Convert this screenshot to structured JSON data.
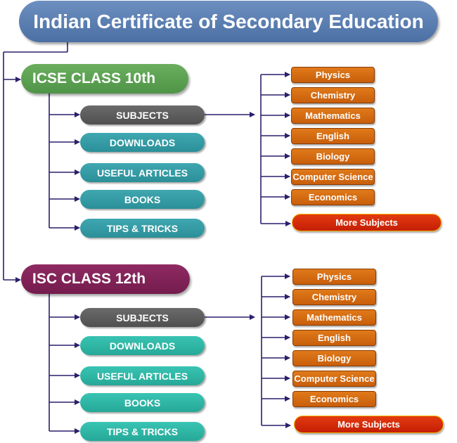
{
  "title": "Indian Certificate of Secondary Education",
  "sections": [
    {
      "name": "ICSE CLASS 10th",
      "menu": [
        "SUBJECTS",
        "DOWNLOADS",
        "USEFUL ARTICLES",
        "BOOKS",
        "TIPS & TRICKS"
      ],
      "subjects": [
        "Physics",
        "Chemistry",
        "Mathematics",
        "English",
        "Biology",
        "Computer Science",
        "Economics"
      ],
      "more": "More Subjects"
    },
    {
      "name": "ISC CLASS 12th",
      "menu": [
        "SUBJECTS",
        "DOWNLOADS",
        "USEFUL ARTICLES",
        "BOOKS",
        "TIPS & TRICKS"
      ],
      "subjects": [
        "Physics",
        "Chemistry",
        "Mathematics",
        "English",
        "Biology",
        "Computer Science",
        "Economics"
      ],
      "more": "More Subjects"
    }
  ],
  "colors": {
    "title": "#5a7db3",
    "icse": "#5da353",
    "isc": "#821f59",
    "subjects_pill": "#5c5c5c",
    "icse_pill": "#3399a3",
    "isc_pill": "#2fb8a7",
    "subject_box": "#d56a12",
    "more_box": "#d42a08",
    "connector": "#2b1f6b"
  }
}
